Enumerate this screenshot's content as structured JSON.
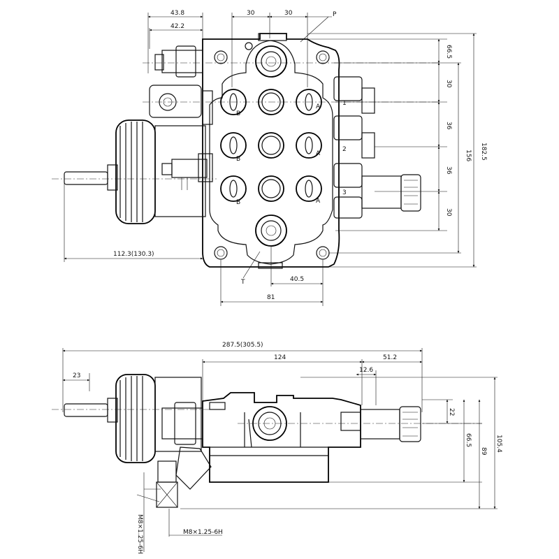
{
  "top_view": {
    "dims": {
      "w_43_8": "43.8",
      "w_42_2": "42.2",
      "w_30_left": "30",
      "w_30_right": "30",
      "port_p": "P",
      "port_t": "T",
      "w_112_3": "112.3(130.3)",
      "w_40_5": "40.5",
      "w_81": "81",
      "h_66_5": "66.5",
      "h_30_a": "30",
      "h_36_a": "36",
      "h_36_b": "36",
      "h_30_b": "30",
      "h_156": "156",
      "h_182_5": "182.5"
    },
    "sections": [
      "1",
      "2",
      "3"
    ],
    "port_letter_a": "A",
    "port_letter_b": "B"
  },
  "side_view": {
    "dims": {
      "w_287_5": "287.5(305.5)",
      "w_124": "124",
      "w_51_2": "51.2",
      "w_23": "23",
      "w_12_6": "12.6",
      "h_22": "22",
      "h_66_5": "66.5",
      "h_89": "89",
      "h_105_4": "105.4",
      "thread_1": "M8×1.25-6H",
      "thread_2": "M8×1.25-6H"
    }
  },
  "colors": {
    "line": "#111111",
    "background": "#ffffff"
  }
}
